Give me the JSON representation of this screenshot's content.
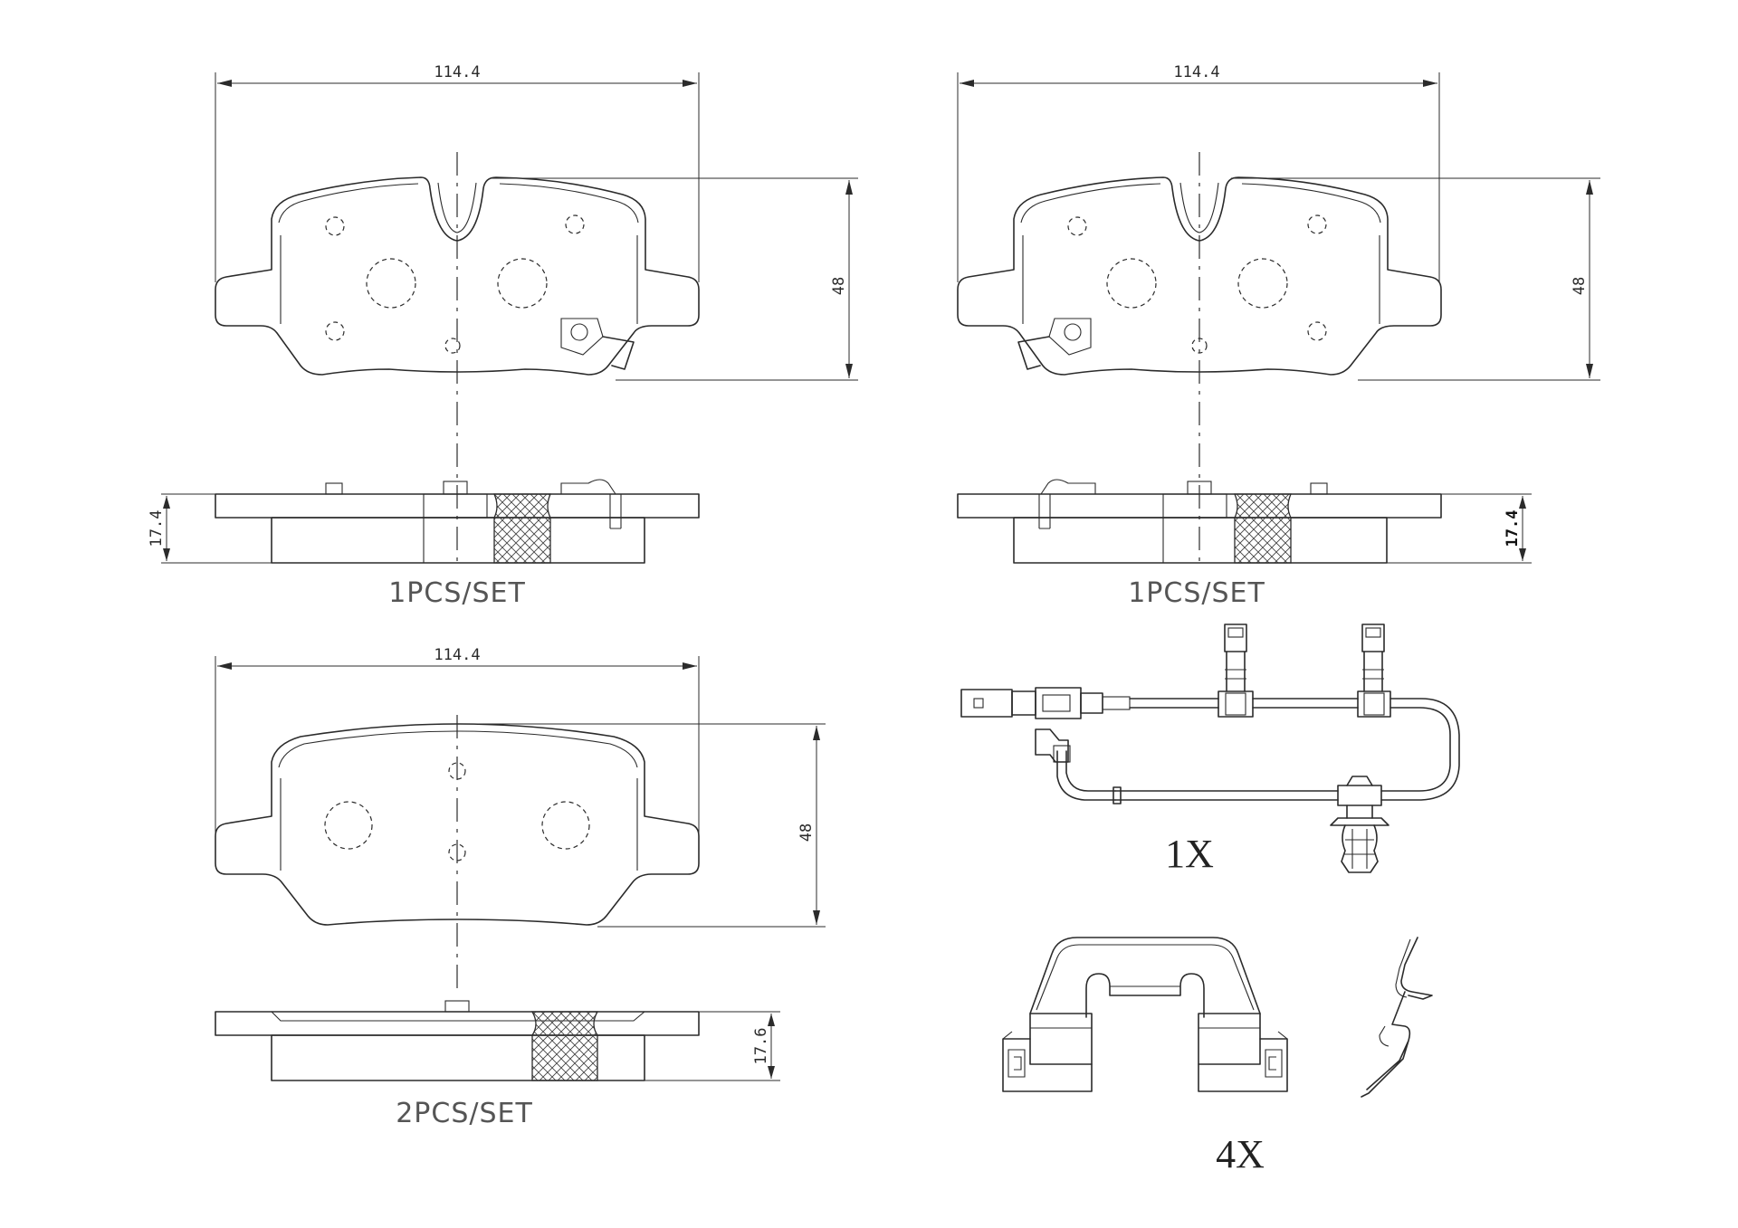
{
  "labels": {
    "pad1": {
      "width": "114.4",
      "height": "48",
      "thickness": "17.4",
      "caption": "1PCS/SET"
    },
    "pad2": {
      "width": "114.4",
      "height": "48",
      "thickness": "17.4",
      "caption": "1PCS/SET"
    },
    "pad3": {
      "width": "114.4",
      "height": "48",
      "thickness": "17.6",
      "caption": "2PCS/SET"
    },
    "sensor": {
      "qty": "1X"
    },
    "clips": {
      "qty": "4X"
    }
  },
  "colors": {
    "line": "#2b2b2b",
    "caption": "#555555",
    "background": "#ffffff"
  }
}
